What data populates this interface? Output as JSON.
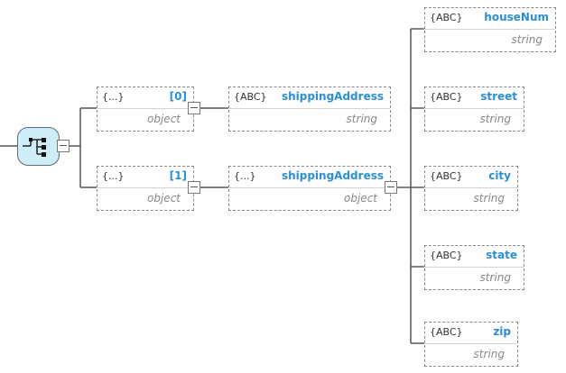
{
  "diagram": {
    "root": {
      "icon": "sequence-icon"
    },
    "items": [
      {
        "type": "{...}",
        "name": "[0]",
        "subtype": "object"
      },
      {
        "type": "{...}",
        "name": "[1]",
        "subtype": "object"
      }
    ],
    "item0_child": {
      "type": "{ABC}",
      "name": "shippingAddress",
      "subtype": "string"
    },
    "item1_child": {
      "type": "{...}",
      "name": "shippingAddress",
      "subtype": "object"
    },
    "address_fields": [
      {
        "type": "{ABC}",
        "name": "houseNum",
        "subtype": "string"
      },
      {
        "type": "{ABC}",
        "name": "street",
        "subtype": "string"
      },
      {
        "type": "{ABC}",
        "name": "city",
        "subtype": "string"
      },
      {
        "type": "{ABC}",
        "name": "state",
        "subtype": "string"
      },
      {
        "type": "{ABC}",
        "name": "zip",
        "subtype": "string"
      }
    ],
    "colors": {
      "name_text": "#2a8fd6",
      "root_fill": "#cdeef7",
      "connector": "#555555"
    }
  }
}
